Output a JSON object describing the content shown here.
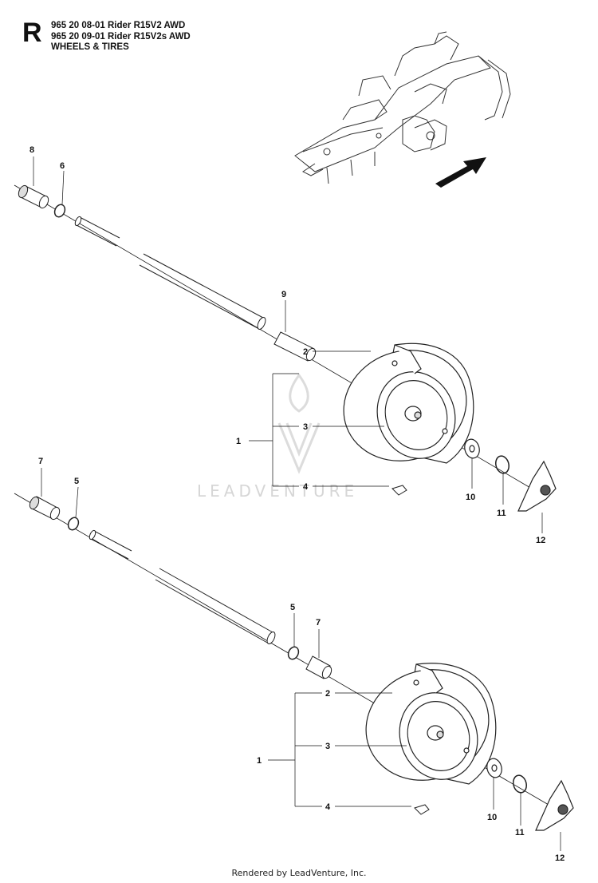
{
  "header": {
    "section_letter": "R",
    "lines": [
      "965 20 08-01 Rider R15V2 AWD",
      "965 20 09-01 Rider R15V2s AWD",
      "WHEELS & TIRES"
    ]
  },
  "watermark": "LEADVENTURE",
  "footer": "Rendered by LeadVenture, Inc.",
  "upper_assembly": {
    "callouts": [
      "8",
      "6",
      "9",
      "2",
      "3",
      "1",
      "4",
      "10",
      "11",
      "12"
    ]
  },
  "lower_assembly": {
    "callouts": [
      "7",
      "5",
      "5",
      "7",
      "2",
      "3",
      "1",
      "4",
      "10",
      "11",
      "12"
    ]
  }
}
